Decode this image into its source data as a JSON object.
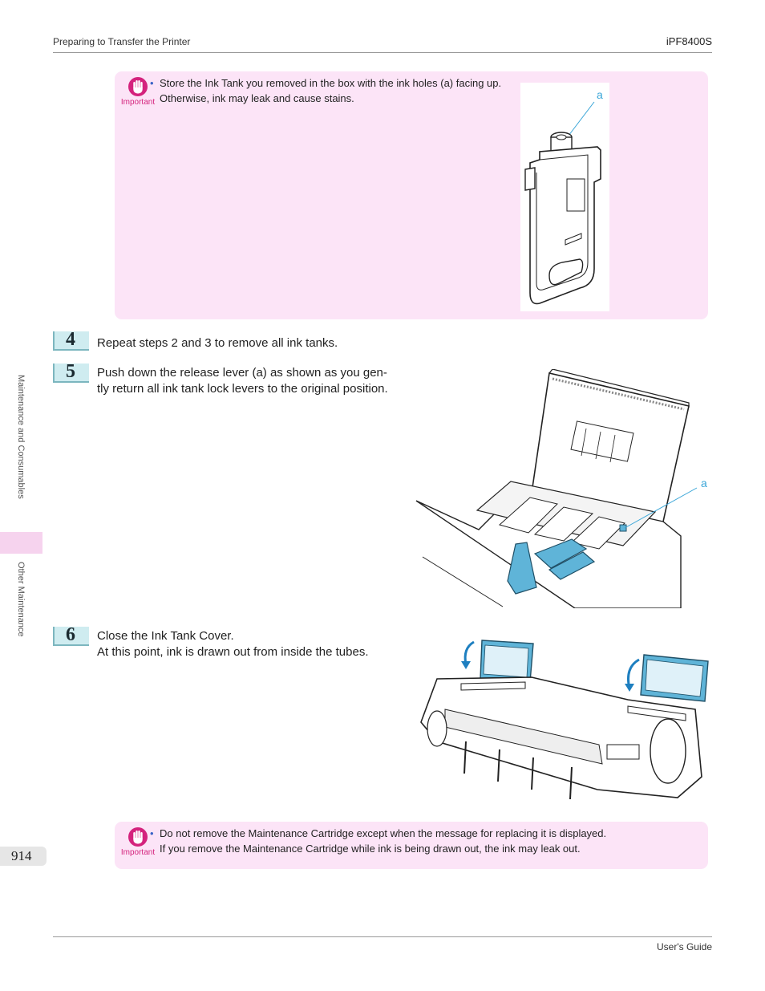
{
  "header": {
    "section": "Preparing to Transfer the Printer",
    "model": "iPF8400S"
  },
  "footer": {
    "guide": "User's Guide"
  },
  "sidebar": {
    "chapter": "Maintenance and Consumables",
    "section": "Other Maintenance"
  },
  "page_number": "914",
  "important_1": {
    "label": "Important",
    "lines": [
      "Store the Ink Tank you removed in the box with the ink holes (a) facing up.",
      "Otherwise, ink may leak and cause stains."
    ],
    "figure_callout": "a",
    "icon": "hand-stop-icon"
  },
  "steps": [
    {
      "number": "4",
      "lines": [
        "Repeat steps 2 and 3 to remove all ink tanks."
      ]
    },
    {
      "number": "5",
      "lines": [
        "Push down the release lever (a) as shown as you gen-",
        "tly return all ink tank lock levers to the original position."
      ],
      "figure_callout": "a"
    },
    {
      "number": "6",
      "lines": [
        "Close the Ink Tank Cover.",
        "At this point, ink is drawn out from inside the tubes."
      ]
    }
  ],
  "important_2": {
    "label": "Important",
    "lines": [
      "Do not remove the Maintenance Cartridge except when the message for replacing it is displayed.",
      "If you remove the Maintenance Cartridge while ink is being drawn out, the ink may leak out."
    ],
    "icon": "hand-stop-icon"
  },
  "colors": {
    "important_bg": "#fce4f7",
    "important_accent": "#d4237d",
    "step_badge": "#cfecf0",
    "callout": "#3aa6d8",
    "lever_blue": "#5fb4d8"
  }
}
